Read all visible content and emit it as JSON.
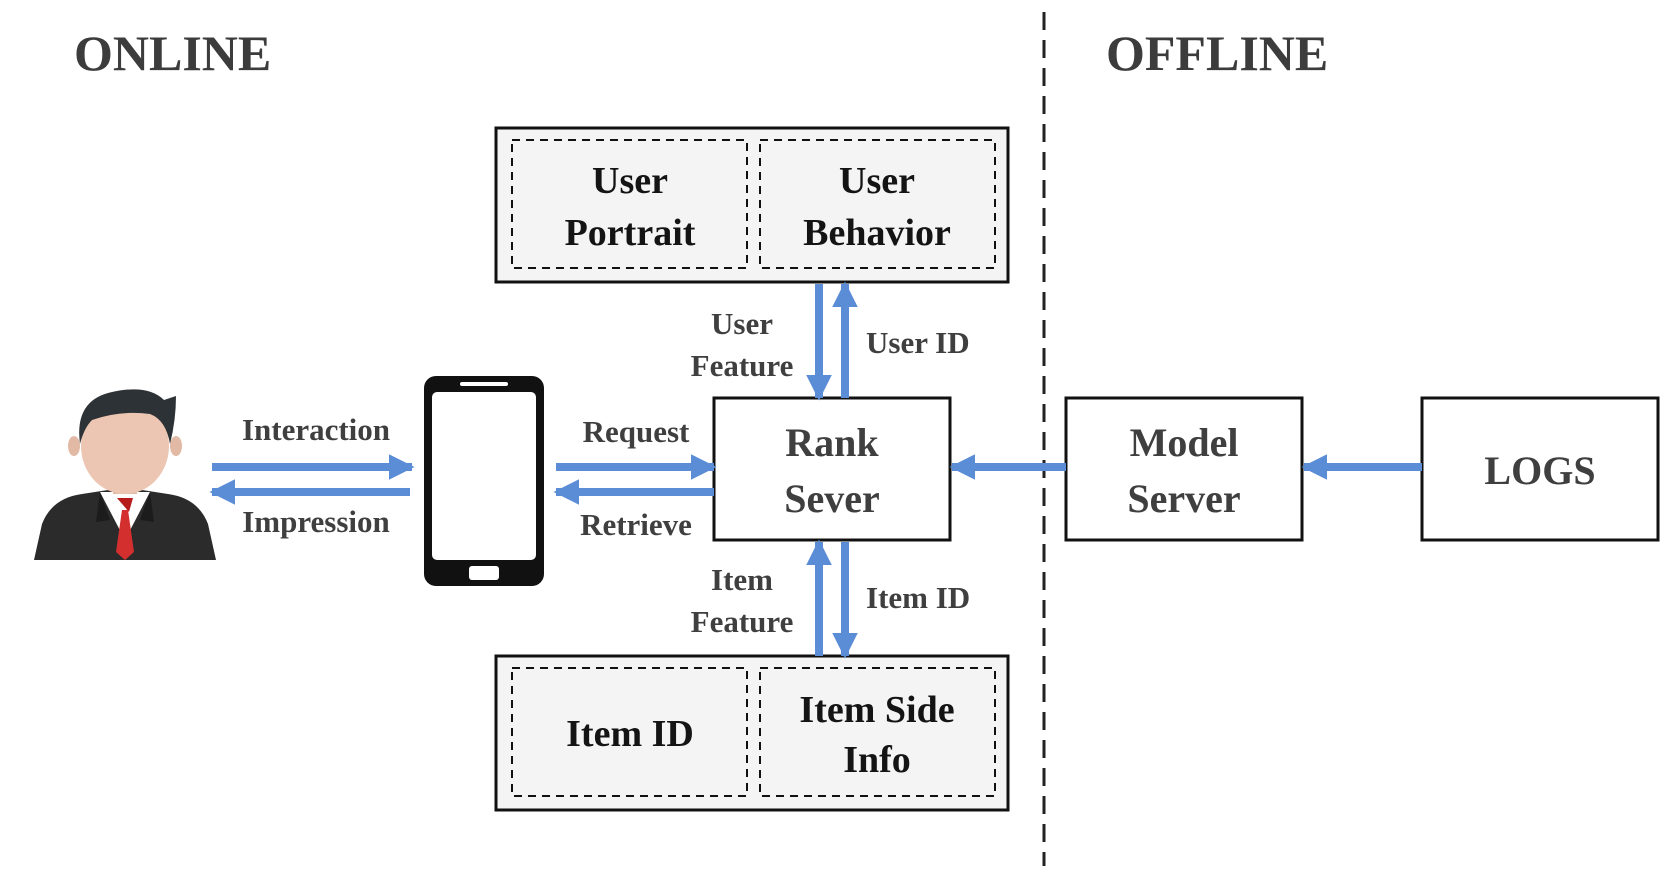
{
  "sections": {
    "online": "ONLINE",
    "offline": "OFFLINE"
  },
  "user_box": {
    "portrait": [
      "User",
      "Portrait"
    ],
    "behavior": [
      "User",
      "Behavior"
    ]
  },
  "item_box": {
    "item_id": "Item ID",
    "side_info": [
      "Item Side",
      "Info"
    ]
  },
  "rank_server": [
    "Rank",
    "Sever"
  ],
  "model_server": [
    "Model",
    "Server"
  ],
  "logs": "LOGS",
  "edges": {
    "interaction": "Interaction",
    "impression": "Impression",
    "request": "Request",
    "retrieve": "Retrieve",
    "user_feature": [
      "User",
      "Feature"
    ],
    "user_id": "User ID",
    "item_feature": [
      "Item",
      "Feature"
    ],
    "item_id": "Item ID"
  },
  "icons": {
    "user": "businessman-icon",
    "device": "smartphone-icon"
  },
  "colors": {
    "arrow": "#5b8dd6",
    "box_fill": "#f4f4f4",
    "label_gray": "#3f3f3f"
  }
}
